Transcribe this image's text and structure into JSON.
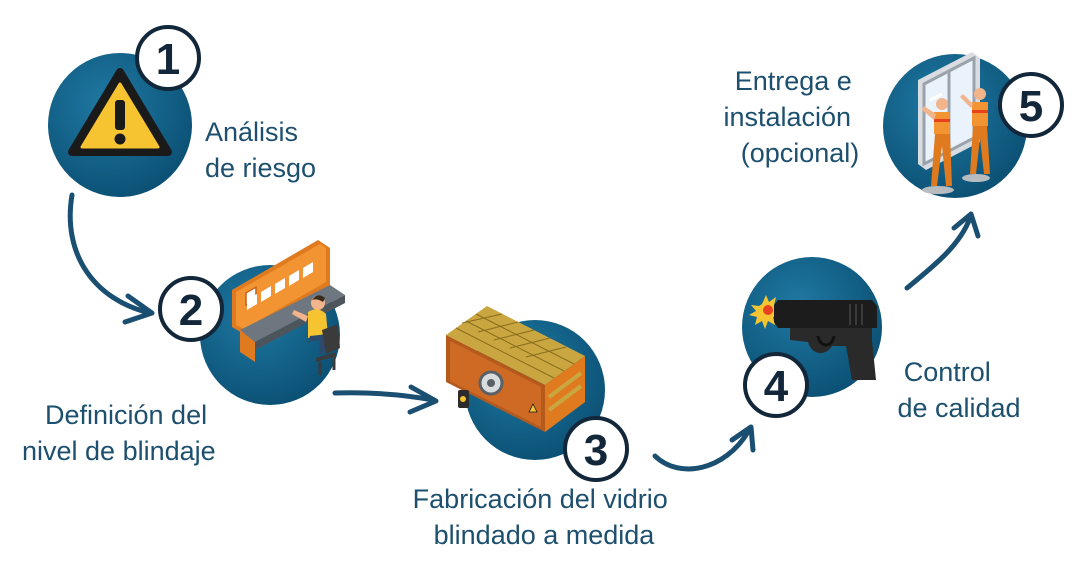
{
  "colors": {
    "circle": "#0e5b80",
    "circle_dark": "#0a3f5d",
    "arrow": "#1a4f72",
    "text": "#1d4f6e",
    "badge_ring": "#13273a",
    "accent_orange": "#e07a1f",
    "accent_yellow": "#f6c431"
  },
  "steps": [
    {
      "number": "1",
      "icon": "warning-icon",
      "label_lines": [
        "Análisis",
        "de riesgo"
      ]
    },
    {
      "number": "2",
      "icon": "control-desk-icon",
      "label_lines": [
        "Definición del",
        "nivel de blindaje"
      ]
    },
    {
      "number": "3",
      "icon": "glass-machine-icon",
      "label_lines": [
        "Fabricación del vidrio",
        "blindado a medida"
      ]
    },
    {
      "number": "4",
      "icon": "pistol-icon",
      "label_lines": [
        "Control",
        "de calidad"
      ]
    },
    {
      "number": "5",
      "icon": "installers-icon",
      "label_lines": [
        "Entrega e",
        "instalación",
        "(opcional)"
      ]
    }
  ]
}
